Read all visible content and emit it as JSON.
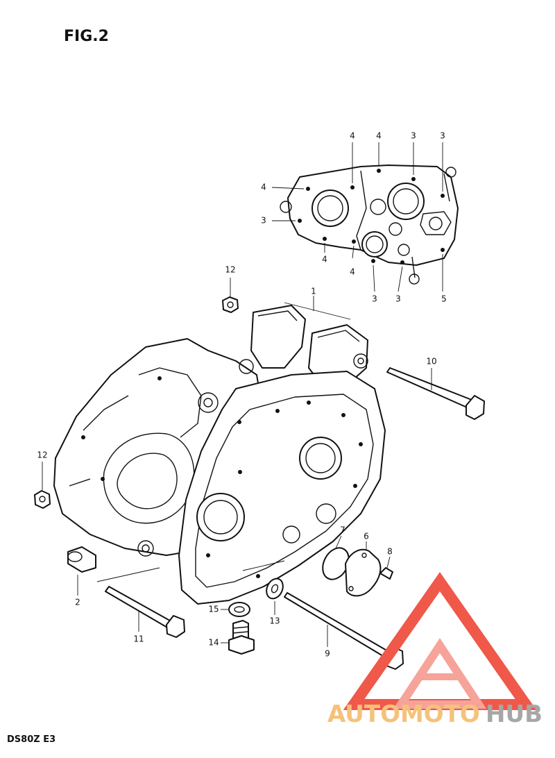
{
  "figure": {
    "title": "FIG.2",
    "model_code": "DS80Z  E3"
  },
  "watermark": {
    "text_part1": "AUTOMOTO",
    "text_part2": "HUB",
    "color_primary": "#f0584a",
    "color_light": "#f6a39a",
    "color_text1": "#f5c27a",
    "color_text2": "#a7a7a7"
  },
  "callouts": {
    "c1": "1",
    "c2": "2",
    "c3a": "3",
    "c3b": "3",
    "c3c": "3",
    "c3d": "3",
    "c3e": "3",
    "c4a": "4",
    "c4b": "4",
    "c4c": "4",
    "c4d": "4",
    "c4e": "4",
    "c5": "5",
    "c6": "6",
    "c7": "7",
    "c8": "8",
    "c9": "9",
    "c10": "10",
    "c11": "11",
    "c12a": "12",
    "c12b": "12",
    "c13": "13",
    "c14": "14",
    "c15": "15"
  }
}
